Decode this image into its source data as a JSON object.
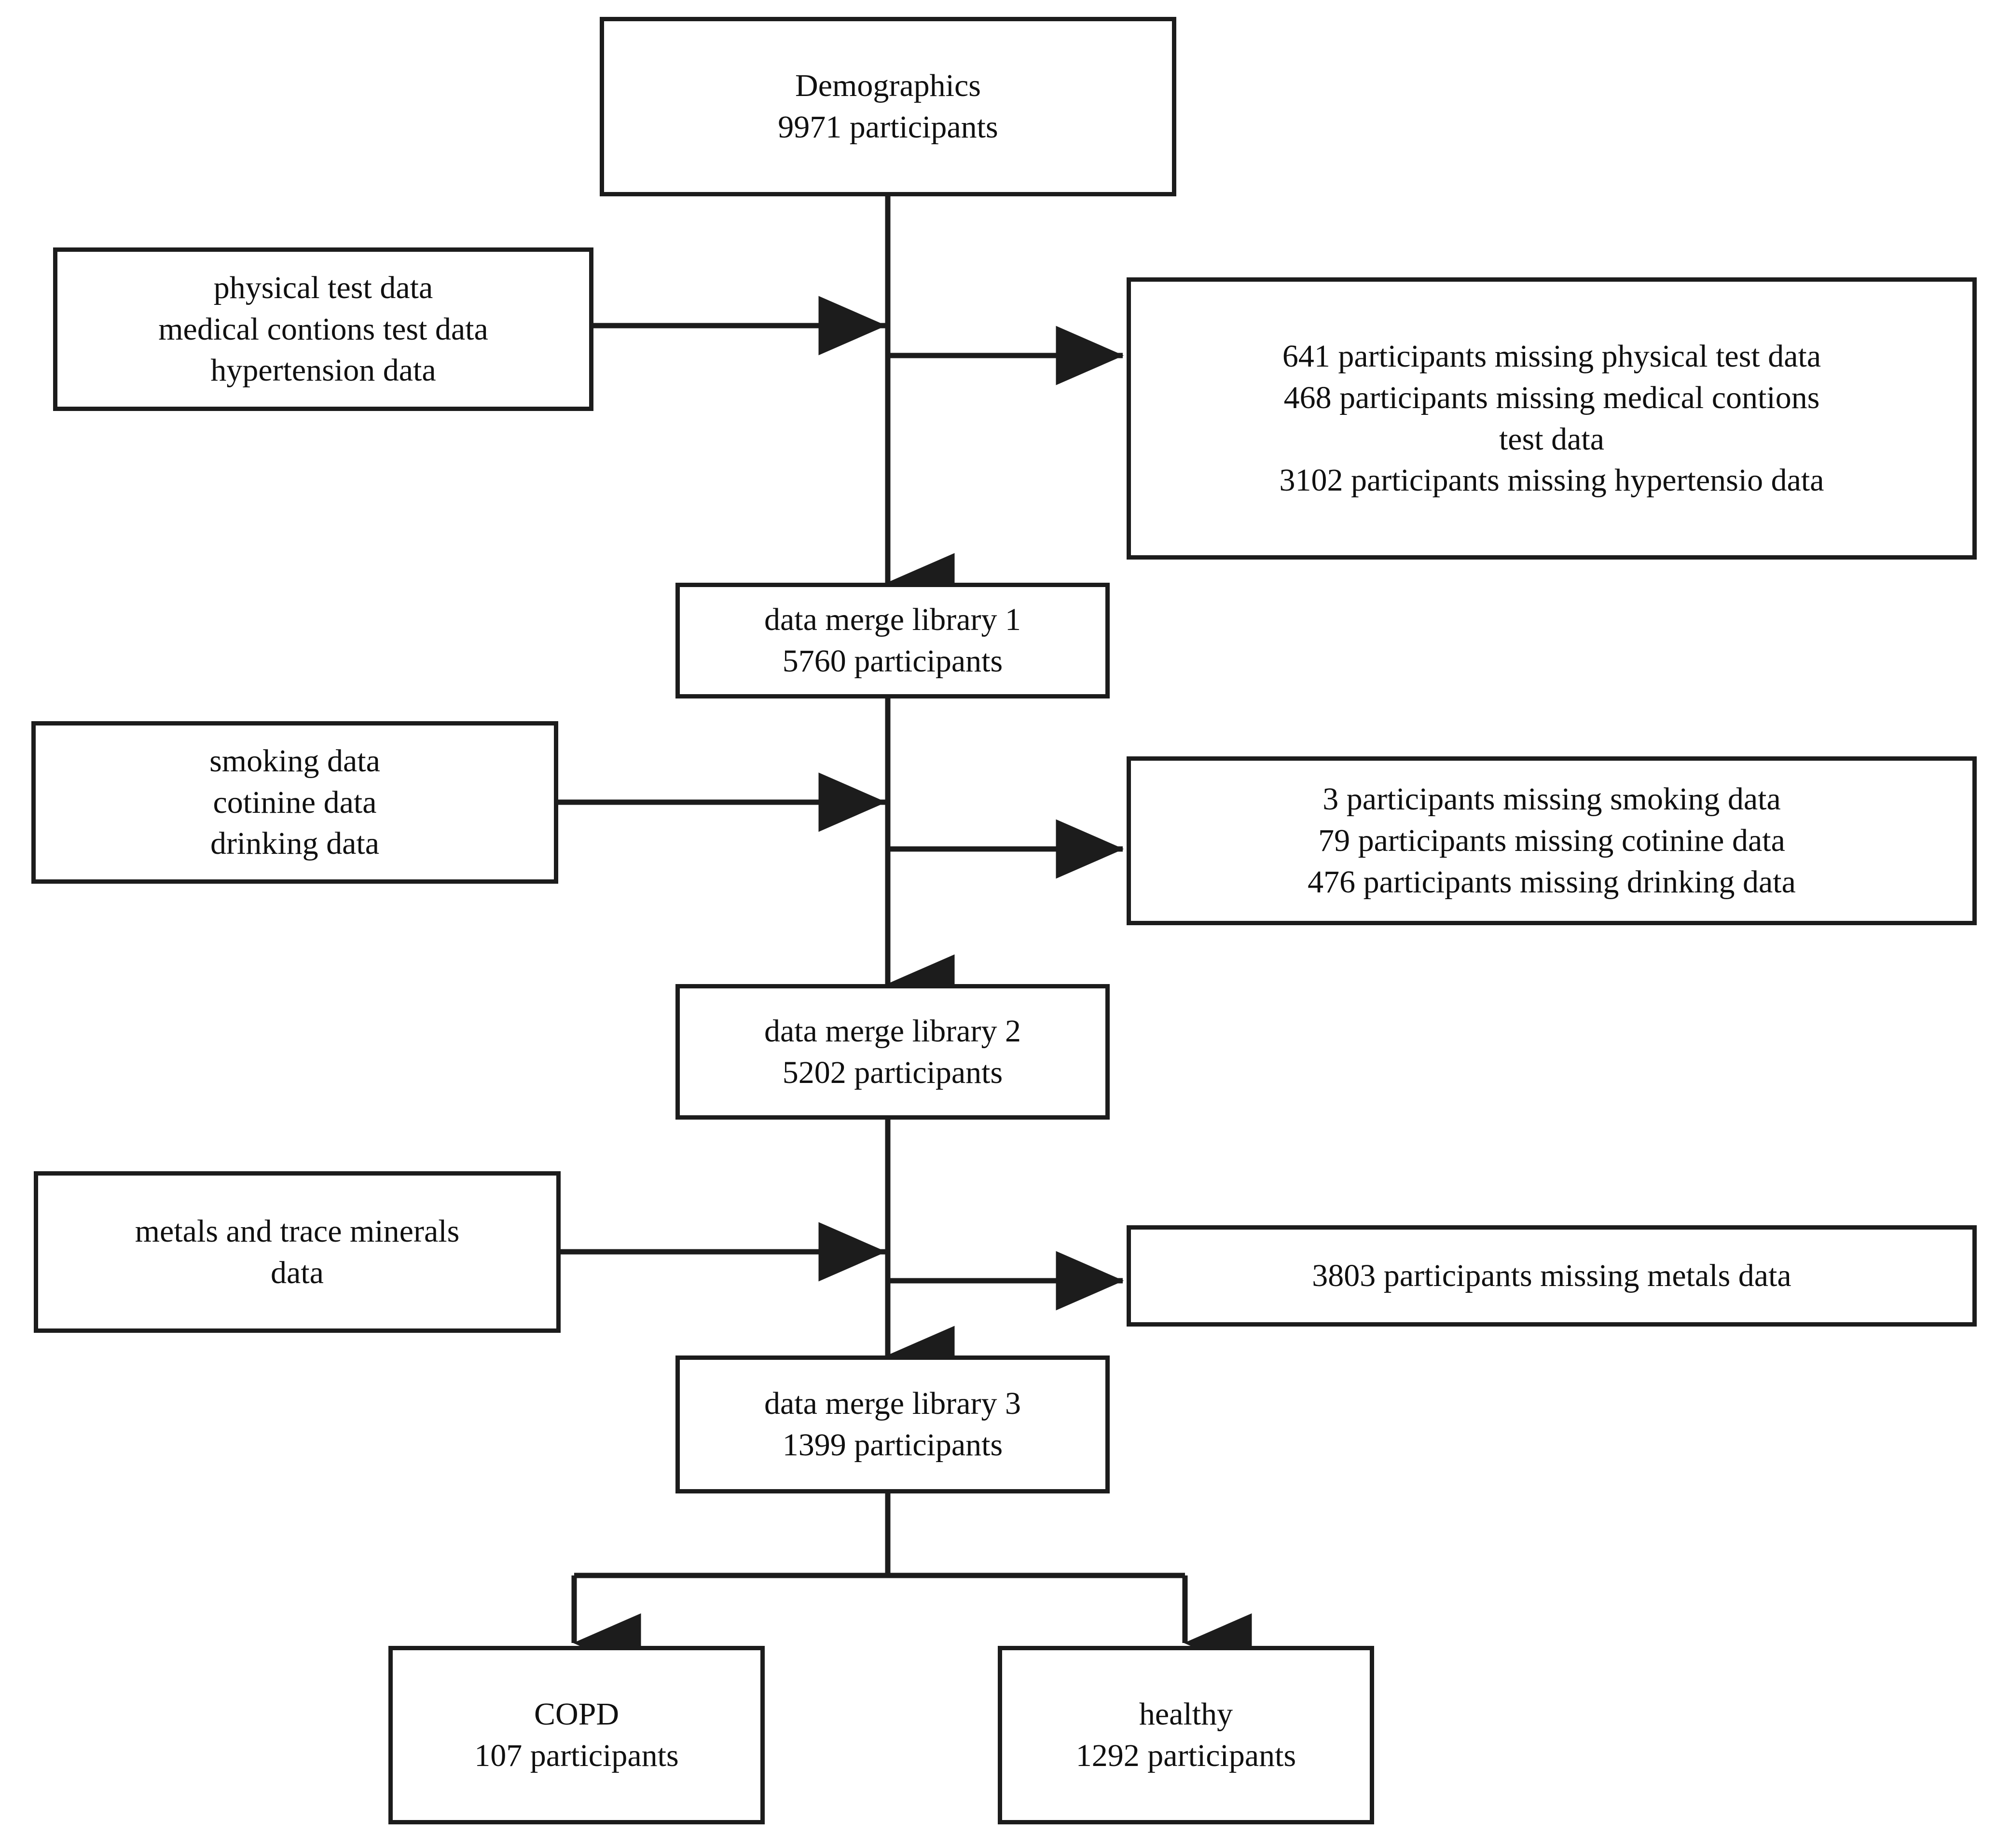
{
  "diagram": {
    "type": "participant-selection-flowchart",
    "title": "Study participant flow diagram",
    "style": {
      "background": "#ffffff",
      "box_border": "#1c1c1c",
      "connector": "#1c1c1c",
      "text": "#101010"
    },
    "nodes": [
      {
        "id": "demographics",
        "name": "demographics-box",
        "role": "source",
        "lines": [
          "Demographics",
          "9971 participants"
        ],
        "count": 9971
      },
      {
        "id": "inputs1",
        "name": "input-data-box-1",
        "role": "input",
        "lines": [
          "physical test data",
          "medical contions test data",
          "hypertension data"
        ]
      },
      {
        "id": "excluded1",
        "name": "exclusion-box-1",
        "role": "exclusion",
        "lines": [
          "641 participants missing physical test data",
          "468 participants missing medical contions",
          "test data",
          "3102 participants missing hypertensio data"
        ],
        "counts": [
          641,
          468,
          3102
        ]
      },
      {
        "id": "merge1",
        "name": "data-merge-library-1-box",
        "role": "stage",
        "lines": [
          "data merge library 1",
          "5760 participants"
        ],
        "count": 5760
      },
      {
        "id": "inputs2",
        "name": "input-data-box-2",
        "role": "input",
        "lines": [
          "smoking data",
          "cotinine data",
          "drinking data"
        ]
      },
      {
        "id": "excluded2",
        "name": "exclusion-box-2",
        "role": "exclusion",
        "lines": [
          "3 participants missing smoking data",
          "79 participants missing cotinine data",
          "476 participants missing drinking data"
        ],
        "counts": [
          3,
          79,
          476
        ]
      },
      {
        "id": "merge2",
        "name": "data-merge-library-2-box",
        "role": "stage",
        "lines": [
          "data merge library 2",
          "5202 participants"
        ],
        "count": 5202
      },
      {
        "id": "inputs3",
        "name": "input-data-box-3",
        "role": "input",
        "lines": [
          "metals and trace minerals",
          "data"
        ]
      },
      {
        "id": "excluded3",
        "name": "exclusion-box-3",
        "role": "exclusion",
        "lines": [
          "3803 participants missing metals data"
        ],
        "counts": [
          3803
        ]
      },
      {
        "id": "merge3",
        "name": "data-merge-library-3-box",
        "role": "stage",
        "lines": [
          "data merge library 3",
          "1399 participants"
        ],
        "count": 1399
      },
      {
        "id": "copd",
        "name": "copd-outcome-box",
        "role": "outcome",
        "lines": [
          "COPD",
          "107 participants"
        ],
        "count": 107
      },
      {
        "id": "healthy",
        "name": "healthy-outcome-box",
        "role": "outcome",
        "lines": [
          "healthy",
          "1292 participants"
        ],
        "count": 1292
      }
    ],
    "edges": [
      {
        "from": "demographics",
        "to": "merge1",
        "name": "edge-demographics-to-merge1",
        "arrow": "down"
      },
      {
        "from": "inputs1",
        "to": "spine-1",
        "name": "edge-inputs1-to-spine",
        "arrow": "right"
      },
      {
        "from": "spine-1",
        "to": "excluded1",
        "name": "edge-spine-to-exclusion1",
        "arrow": "right"
      },
      {
        "from": "merge1",
        "to": "merge2",
        "name": "edge-merge1-to-merge2",
        "arrow": "down"
      },
      {
        "from": "inputs2",
        "to": "spine-2",
        "name": "edge-inputs2-to-spine",
        "arrow": "right"
      },
      {
        "from": "spine-2",
        "to": "excluded2",
        "name": "edge-spine-to-exclusion2",
        "arrow": "right"
      },
      {
        "from": "merge2",
        "to": "merge3",
        "name": "edge-merge2-to-merge3",
        "arrow": "down"
      },
      {
        "from": "inputs3",
        "to": "spine-3",
        "name": "edge-inputs3-to-spine",
        "arrow": "right"
      },
      {
        "from": "spine-3",
        "to": "excluded3",
        "name": "edge-spine-to-exclusion3",
        "arrow": "right"
      },
      {
        "from": "merge3",
        "to": "copd",
        "name": "edge-merge3-to-copd",
        "arrow": "down"
      },
      {
        "from": "merge3",
        "to": "healthy",
        "name": "edge-merge3-to-healthy",
        "arrow": "down"
      }
    ]
  }
}
